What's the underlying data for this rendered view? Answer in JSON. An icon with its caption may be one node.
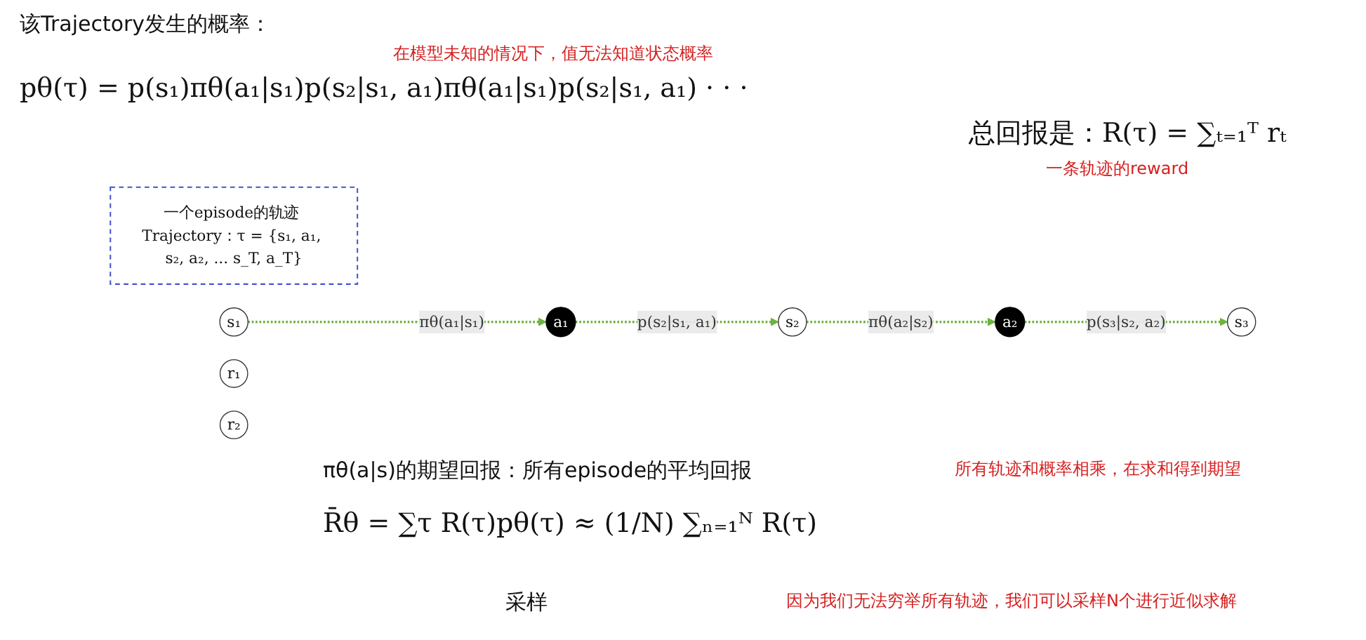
{
  "diagram": {
    "nodes": [
      {
        "text": [
          "一个episode的轨迹 Trajectory：τ = {s₁, a₁, s₂, a₂, ... s_T, a_T}"
        ]
      },
      {
        "text": [
          "s₁"
        ]
      },
      {
        "text": [
          "a₁"
        ]
      },
      {
        "text": [
          "s₂"
        ]
      },
      {
        "text": [
          "a₂"
        ]
      },
      {
        "text": [
          "s₃"
        ]
      },
      {
        "text": [
          "r₁"
        ]
      },
      {
        "text": [
          "r₂"
        ]
      }
    ],
    "edges": [
      {
        "from": 1,
        "to": 2,
        "arrow": "to",
        "label": "πθ(a₁|s₁)",
        "style": "dashed"
      },
      {
        "from": 2,
        "to": 3,
        "arrow": "to",
        "label": "p(s₂|s₁, a₁)",
        "style": "dashed"
      },
      {
        "from": 3,
        "to": 4,
        "arrow": "to",
        "label": "πθ(a₂|s₂)",
        "style": "dashed"
      },
      {
        "from": 4,
        "to": 5,
        "arrow": "to",
        "label": "p(s₃|s₂, a₂)",
        "style": "dashed"
      }
    ],
    "labels": [
      "该Trajectory发生的概率：",
      "在模型未知的情况下，值无法知道状态概率",
      "pθ(τ) = p(s₁)πθ(a₁|s₁)p(s₂|s₁, a₁)πθ(a₁|s₁)p(s₂|s₁, a₁) · · ·",
      "总回报是：R(τ) = ∑ₜ₌₁ᵀ rₜ",
      "一条轨迹的reward",
      "πθ(a|s)的期望回报：所有episode的平均回报",
      "所有轨迹和概率相乘，在求和得到期望",
      "R̄θ = ∑τ R(τ)pθ(τ) ≈ (1/N) ∑ₙ₌₁ᴺ R(τ)",
      "采样",
      "因为我们无法穷举所有轨迹，我们可以采样N个进行近似求解"
    ]
  }
}
